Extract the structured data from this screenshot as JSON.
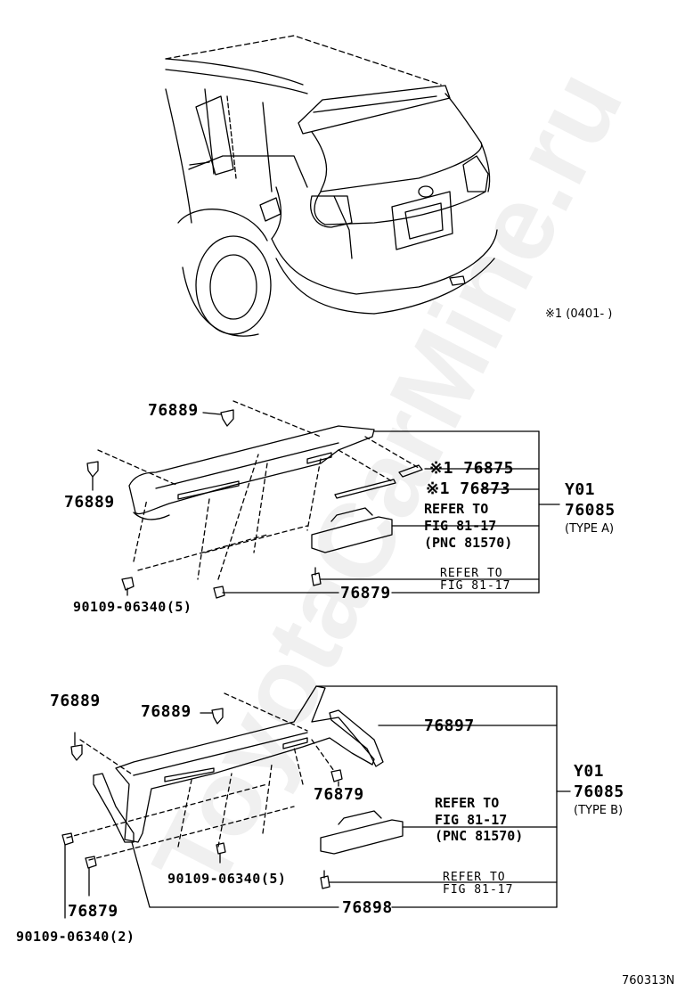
{
  "watermark": "ToyotaCarMine.ru",
  "header_note": "※1 (0401-    )",
  "typeA": {
    "part_top": "76889",
    "part_left": "76889",
    "part_76875": "※1 76875",
    "part_76873": "※1 76873",
    "refer_lamp_1": "REFER TO",
    "refer_lamp_2": "FIG 81-17",
    "refer_lamp_3": "(PNC 81570)",
    "refer_bolt_1": "REFER TO",
    "refer_bolt_2": "FIG 81-17",
    "part_76879": "76879",
    "part_nut": "90109-06340(5)",
    "assembly_code": "Y01",
    "assembly_pn": "76085",
    "assembly_type": "(TYPE A)"
  },
  "typeB": {
    "part_left": "76889",
    "part_top": "76889",
    "part_76897": "76897",
    "part_76879_mid": "76879",
    "refer_lamp_1": "REFER TO",
    "refer_lamp_2": "FIG 81-17",
    "refer_lamp_3": "(PNC 81570)",
    "part_nut_5": "90109-06340(5)",
    "refer_bolt_1": "REFER TO",
    "refer_bolt_2": "FIG 81-17",
    "part_76879_left": "76879",
    "part_76898": "76898",
    "part_nut_2": "90109-06340(2)",
    "assembly_code": "Y01",
    "assembly_pn": "76085",
    "assembly_type": "(TYPE B)"
  },
  "footer_code": "760313N"
}
